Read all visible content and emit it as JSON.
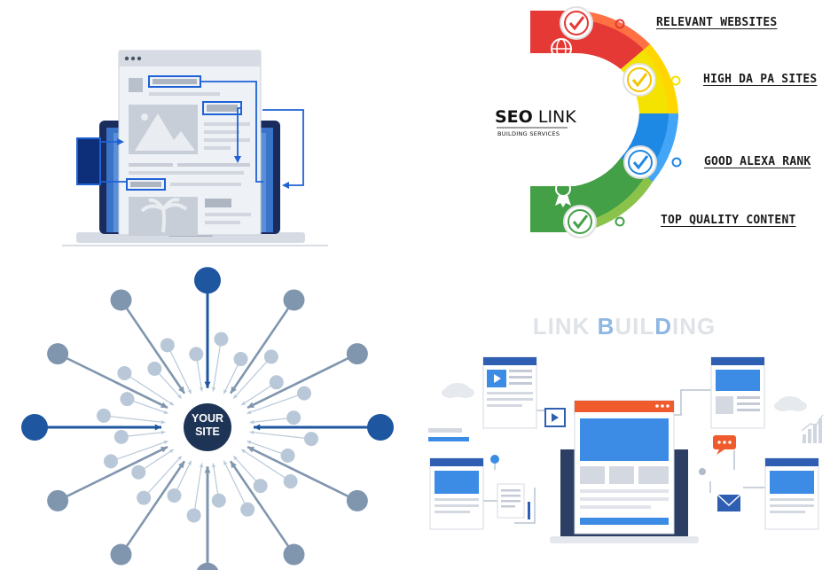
{
  "seo_graphic": {
    "heading_bold": "SEO",
    "heading_rest": " LINK",
    "subheading": "BUILDING SERVICES",
    "features": [
      {
        "label": "RELEVANT WEBSITES",
        "color": "#e53935"
      },
      {
        "label": "HIGH DA PA SITES",
        "color": "#f4e200"
      },
      {
        "label": "GOOD ALEXA RANK",
        "color": "#1e88e5"
      },
      {
        "label": "TOP QUALITY CONTENT",
        "color": "#43a047"
      }
    ]
  },
  "hub_graphic": {
    "center_line1": "YOUR",
    "center_line2": "SITE"
  },
  "link_building_graphic": {
    "title_part1": "LINK ",
    "title_part2": "B",
    "title_part3": "UIL",
    "title_part4": "D",
    "title_part5": "ING"
  },
  "icons": [
    "globe-icon",
    "magnifier-chart-icon",
    "trend-chart-icon",
    "award-badge-icon",
    "checkmark-icon",
    "play-icon",
    "chat-icon",
    "envelope-icon",
    "cloud-icon",
    "map-pin-icon",
    "palm-tree-icon",
    "mountain-image-icon"
  ]
}
